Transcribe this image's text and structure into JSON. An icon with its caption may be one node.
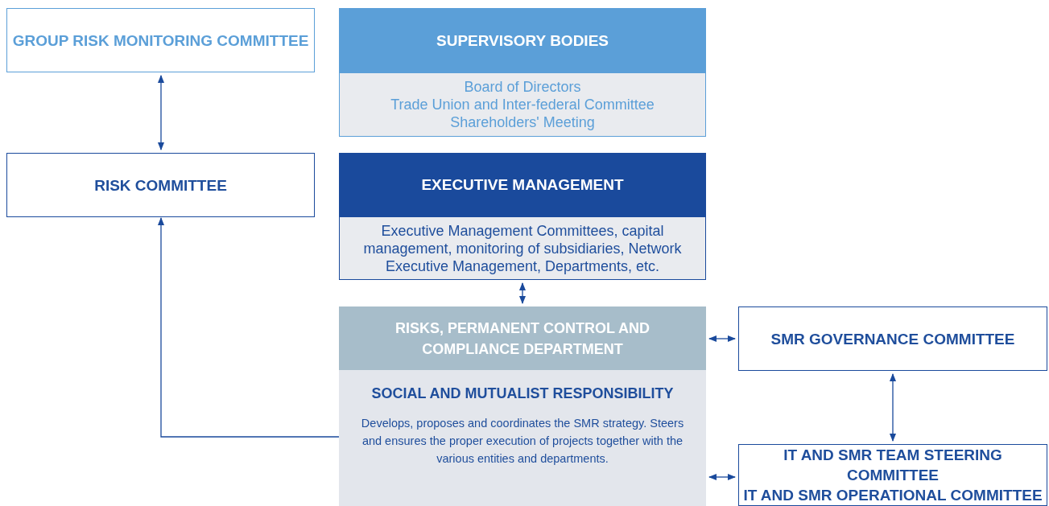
{
  "diagram": {
    "nodes": [
      {
        "text": [
          "GROUP RISK MONITORING COMMITTEE"
        ]
      },
      {
        "text": [
          "SUPERVISORY BODIES",
          "Board of Directors",
          "Trade Union and Inter-federal Committee",
          "Shareholders' Meeting"
        ]
      },
      {
        "text": [
          "RISK COMMITTEE"
        ]
      },
      {
        "text": [
          "EXECUTIVE MANAGEMENT",
          "Executive Management Committees, capital management, monitoring of subsidiaries, Network Executive Management, Departments, etc."
        ]
      },
      {
        "text": [
          "RISKS, PERMANENT CONTROL AND COMPLIANCE DEPARTMENT",
          "SOCIAL AND MUTUALIST RESPONSIBILITY",
          "Develops, proposes and coordinates the SMR strategy. Steers and ensures the proper execution of projects together with the various entities and departments."
        ]
      },
      {
        "text": [
          "SMR GOVERNANCE COMMITTEE"
        ]
      },
      {
        "text": [
          "IT AND SMR TEAM STEERING COMMITTEE",
          "IT AND SMR OPERATIONAL COMMITTEE"
        ]
      }
    ],
    "edges": [
      {
        "from": 0,
        "to": 2,
        "arrow": "both"
      },
      {
        "from": 4,
        "to": 2,
        "arrow": "to"
      },
      {
        "from": 3,
        "to": 4,
        "arrow": "both"
      },
      {
        "from": 4,
        "to": 5,
        "arrow": "both"
      },
      {
        "from": 5,
        "to": 6,
        "arrow": "both"
      },
      {
        "from": 4,
        "to": 6,
        "arrow": "both"
      }
    ]
  }
}
